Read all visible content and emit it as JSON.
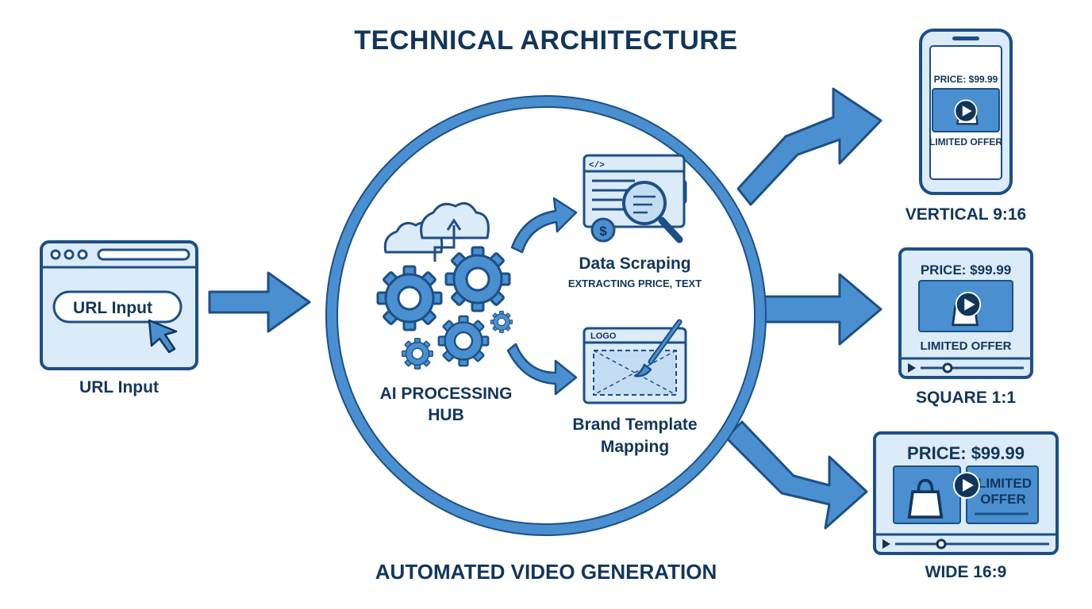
{
  "title": "TECHNICAL ARCHITECTURE",
  "footer": "AUTOMATED VIDEO GENERATION",
  "input": {
    "field_text": "URL Input",
    "caption": "URL Input"
  },
  "hub": {
    "label_line1": "AI PROCESSING",
    "label_line2": "HUB"
  },
  "scraping": {
    "title": "Data Scraping",
    "subtitle": "EXTRACTING PRICE, TEXT",
    "code_tag": "</>",
    "dollar": "$"
  },
  "template": {
    "title_line1": "Brand Template",
    "title_line2": "Mapping",
    "logo_text": "LOGO"
  },
  "outputs": [
    {
      "caption": "VERTICAL 9:16",
      "price": "PRICE: $99.99",
      "offer": "LIMITED OFFER"
    },
    {
      "caption": "SQUARE 1:1",
      "price": "PRICE: $99.99",
      "offer": "LIMITED OFFER"
    },
    {
      "caption": "WIDE 16:9",
      "price": "PRICE: $99.99",
      "offer_line1": "LIMITED",
      "offer_line2": "OFFER"
    }
  ],
  "colors": {
    "navy": "#12365a",
    "outline": "#1d4f86",
    "accent": "#4a90d0",
    "panel": "#dcebf8",
    "screen": "#c4dcf2"
  }
}
